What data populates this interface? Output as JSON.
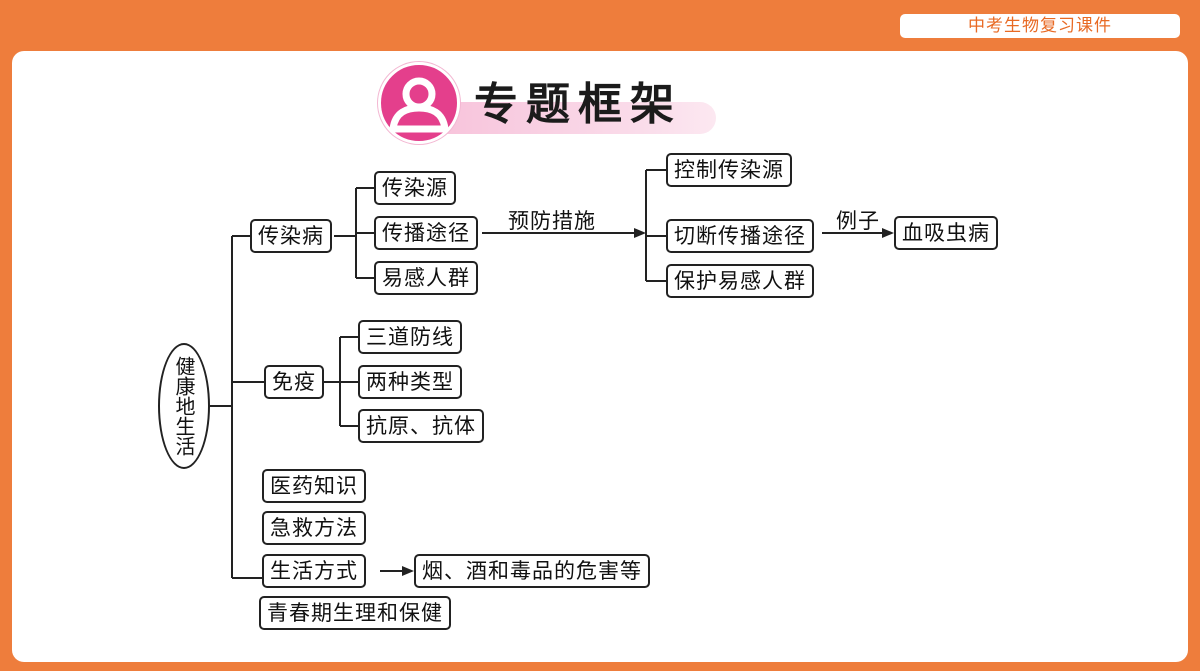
{
  "header": {
    "badge": "中考生物复习课件"
  },
  "title": {
    "text": "专题框架",
    "icon": "user-icon"
  },
  "colors": {
    "frame": "#EE7D3C",
    "accent_pink": "#E43F8C",
    "badge_text": "#E86A24"
  },
  "diagram": {
    "root": "健康地生活",
    "infectious": {
      "label": "传染病",
      "links": [
        "传染源",
        "传播途径",
        "易感人群"
      ],
      "edge_label": "预防措施",
      "measures": [
        "控制传染源",
        "切断传播途径",
        "保护易感人群"
      ],
      "example_label": "例子",
      "example": "血吸虫病"
    },
    "immunity": {
      "label": "免疫",
      "items": [
        "三道防线",
        "两种类型",
        "抗原、抗体"
      ]
    },
    "others": {
      "medicine": "医药知识",
      "first_aid": "急救方法",
      "lifestyle": "生活方式",
      "lifestyle_result": "烟、酒和毒品的危害等",
      "adolescence": "青春期生理和保健"
    }
  }
}
